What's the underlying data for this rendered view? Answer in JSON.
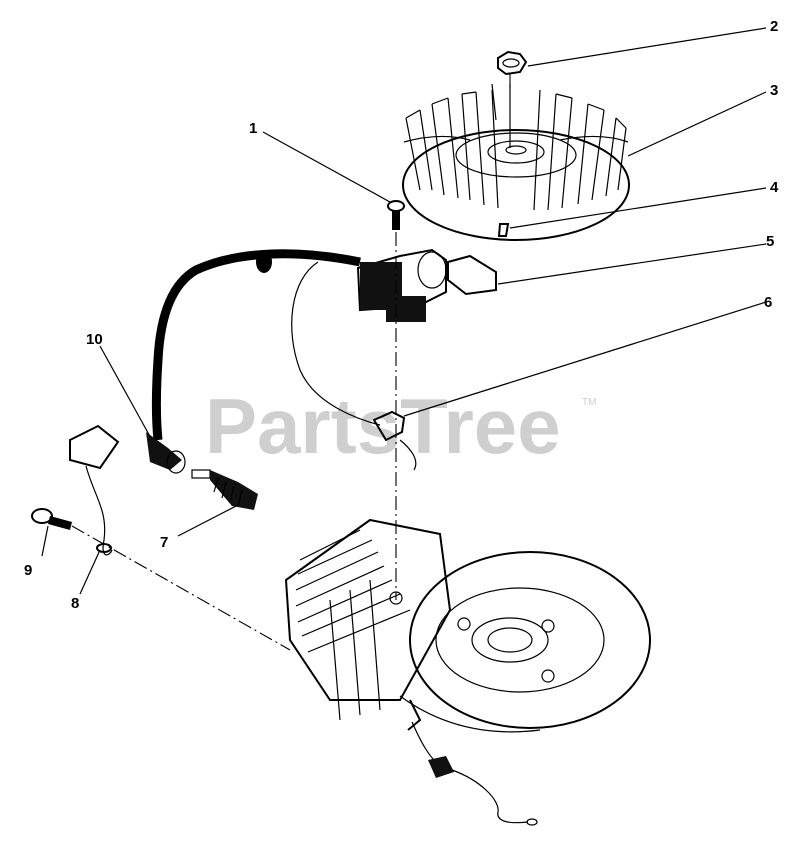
{
  "watermark": {
    "text": "PartsTree",
    "trademark": "TM"
  },
  "callouts": [
    {
      "id": "1",
      "text": "1"
    },
    {
      "id": "2",
      "text": "2"
    },
    {
      "id": "3",
      "text": "3"
    },
    {
      "id": "4",
      "text": "4"
    },
    {
      "id": "5",
      "text": "5"
    },
    {
      "id": "6",
      "text": "6"
    },
    {
      "id": "7",
      "text": "7"
    },
    {
      "id": "8",
      "text": "8"
    },
    {
      "id": "9",
      "text": "9"
    },
    {
      "id": "10",
      "text": "10"
    }
  ],
  "parts": [
    "screw",
    "nut",
    "flywheel",
    "key",
    "air-gap-gauge",
    "ground-clip",
    "spark-plug",
    "wire-clip",
    "bolt",
    "ignition-coil-lead",
    "ignition-coil",
    "engine-block"
  ]
}
